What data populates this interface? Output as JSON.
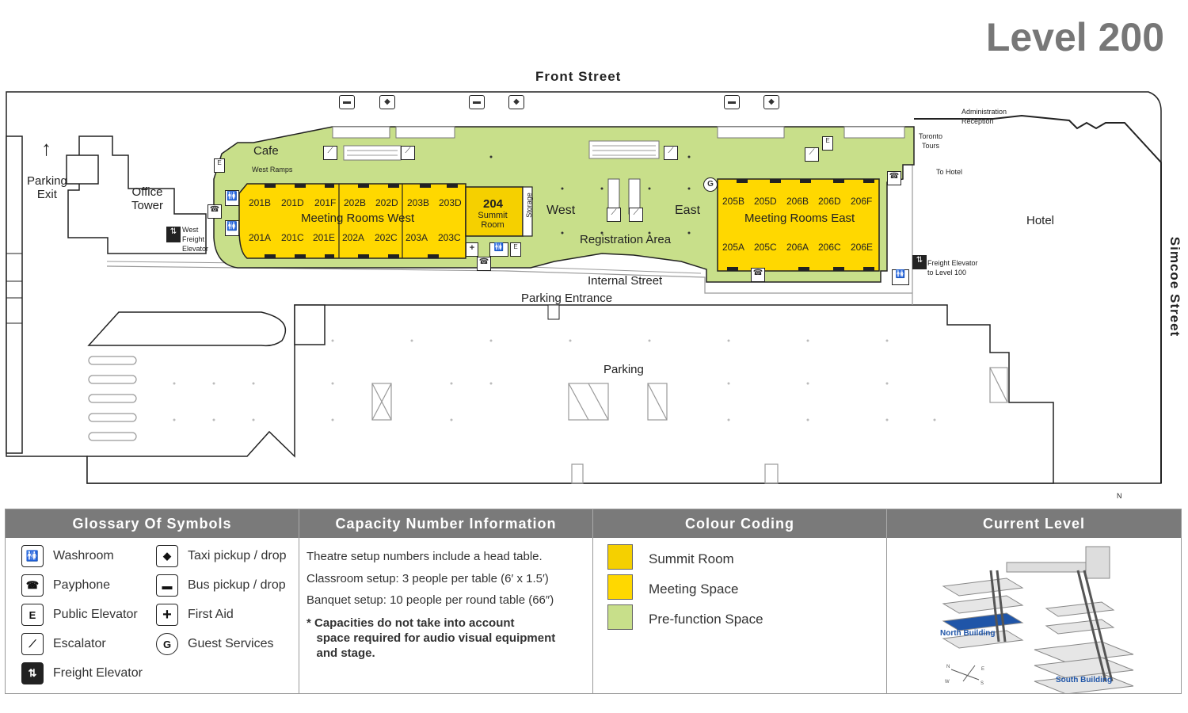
{
  "page": {
    "level_title": "Level 200"
  },
  "streets": {
    "front": "Front Street",
    "simcoe": "Simcoe Street",
    "internal": "Internal Street",
    "parking_entrance": "Parking Entrance",
    "parking": "Parking"
  },
  "places": {
    "parking_exit": "Parking\nExit",
    "office_tower": "Office\nTower",
    "cafe": "Cafe",
    "west_ramps": "West Ramps",
    "west_freight_elevator": "West\nFreight\nElevator",
    "west": "West",
    "east": "East",
    "registration_area": "Registration Area",
    "storage": "Storage",
    "hotel": "Hotel",
    "to_hotel": "To Hotel",
    "toronto_tours": "Toronto\nTours",
    "administration_reception": "Administration\nReception",
    "freight_elevator_level100": "Freight Elevator\nto Level 100",
    "north_marker": "N"
  },
  "rooms": {
    "west_group": "Meeting Rooms West",
    "east_group": "Meeting Rooms East",
    "summit_number": "204",
    "summit_name": "Summit\nRoom",
    "west_top": [
      "201B",
      "201D",
      "201F",
      "202B",
      "202D",
      "203B",
      "203D"
    ],
    "west_bottom": [
      "201A",
      "201C",
      "201E",
      "202A",
      "202C",
      "203A",
      "203C"
    ],
    "east_top": [
      "205B",
      "205D",
      "206B",
      "206D",
      "206F"
    ],
    "east_bottom": [
      "205A",
      "205C",
      "206A",
      "206C",
      "206E"
    ]
  },
  "colors": {
    "summit": "#f5d000",
    "meeting": "#ffd800",
    "prefunction": "#c8df8a",
    "header_gray": "#7a7a7a"
  },
  "legend": {
    "glossary": {
      "title": "Glossary Of Symbols",
      "items": [
        {
          "icon": "washroom-icon",
          "label": "Washroom"
        },
        {
          "icon": "payphone-icon",
          "label": "Payphone"
        },
        {
          "icon": "public-elevator-icon",
          "label": "Public Elevator"
        },
        {
          "icon": "escalator-icon",
          "label": "Escalator"
        },
        {
          "icon": "freight-elevator-icon",
          "label": "Freight Elevator"
        },
        {
          "icon": "taxi-icon",
          "label": "Taxi pickup / drop"
        },
        {
          "icon": "bus-icon",
          "label": "Bus pickup / drop"
        },
        {
          "icon": "first-aid-icon",
          "label": "First Aid"
        },
        {
          "icon": "guest-services-icon",
          "label": "Guest Services"
        }
      ]
    },
    "capacity": {
      "title": "Capacity Number Information",
      "lines": [
        "Theatre setup numbers include a head table.",
        "Classroom setup: 3 people per table (6′ x 1.5′)",
        "Banquet setup: 10 people per round table (66″)"
      ],
      "note": "* Capacities do not take into account\n   space required for audio visual equipment\n   and stage."
    },
    "colour_coding": {
      "title": "Colour Coding",
      "items": [
        "Summit Room",
        "Meeting Space",
        "Pre-function Space"
      ]
    },
    "current_level": {
      "title": "Current Level",
      "north_building": "North Building",
      "south_building": "South Building",
      "compass": {
        "n": "N",
        "e": "E",
        "s": "S",
        "w": "W"
      }
    }
  }
}
